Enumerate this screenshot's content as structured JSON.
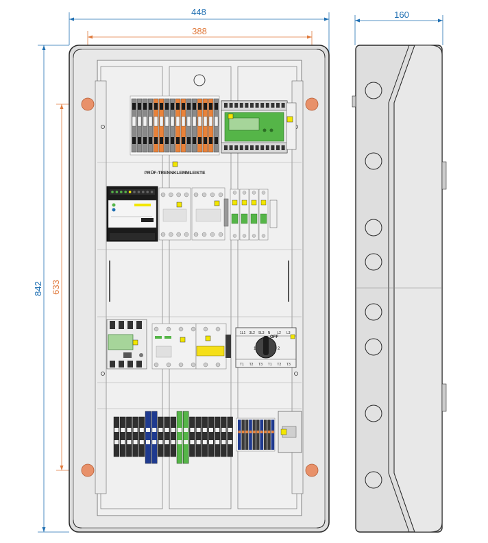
{
  "dimensions": {
    "overall_width": "448",
    "mounting_width": "388",
    "depth": "160",
    "overall_height": "842",
    "mounting_height": "633"
  },
  "labels": {
    "test_terminal_strip": "PRÜF-TRENNKLEMMLEISTE",
    "switch_off": "OFF",
    "switch_pos_1": "1",
    "switch_pos_2": "2",
    "breaker_top": [
      "1L1",
      "3L2",
      "5L3",
      "N",
      "L2",
      "L3"
    ],
    "breaker_bottom": [
      "T1",
      "T2",
      "T3",
      "T1",
      "T2",
      "T3"
    ]
  },
  "colors": {
    "dimension_blue": "#1f6fb2",
    "dimension_orange": "#e07a3c",
    "enclosure_fill": "#e6e6e6",
    "enclosure_stroke": "#2a2a2a",
    "terminal_orange": "#e8823a",
    "device_green": "#55b548",
    "label_yellow": "#f2e600",
    "terminal_blue": "#1f3a8f"
  }
}
